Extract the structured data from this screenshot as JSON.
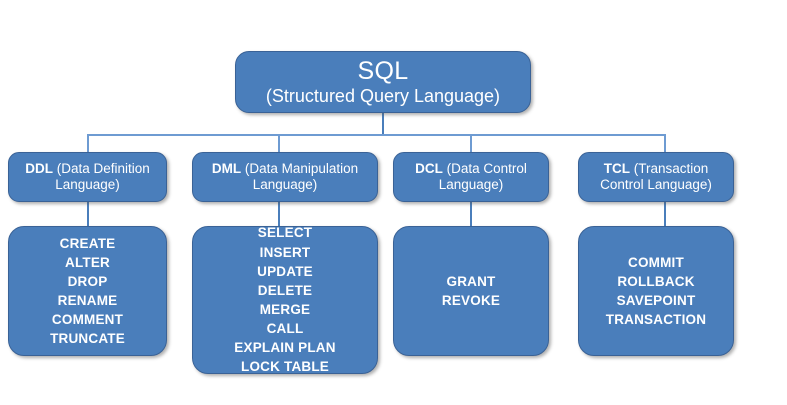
{
  "diagram": {
    "title": "SQL command categories hierarchy",
    "colors": {
      "node_fill": "#4A7EBB",
      "node_border": "#3A6296",
      "connector": "#4A7EBB",
      "connector_light": "#6E9BD2",
      "text": "#FFFFFF",
      "background": "#FFFFFF"
    },
    "root": {
      "title": "SQL",
      "subtitle": "(Structured Query Language)"
    },
    "categories": [
      {
        "abbr": "DDL",
        "expansion": " (Data Definition Language)",
        "commands": [
          "CREATE",
          "ALTER",
          "DROP",
          "RENAME",
          "COMMENT",
          "TRUNCATE"
        ]
      },
      {
        "abbr": "DML",
        "expansion": " (Data Manipulation Language)",
        "commands": [
          "SELECT",
          "INSERT",
          "UPDATE",
          "DELETE",
          "MERGE",
          "CALL",
          "EXPLAIN PLAN",
          "LOCK TABLE"
        ]
      },
      {
        "abbr": "DCL",
        "expansion": " (Data Control Language)",
        "commands": [
          "GRANT",
          "REVOKE"
        ]
      },
      {
        "abbr": "TCL",
        "expansion": " (Transaction Control Language)",
        "commands": [
          "COMMIT",
          "ROLLBACK",
          "SAVEPOINT",
          "TRANSACTION"
        ]
      }
    ]
  }
}
